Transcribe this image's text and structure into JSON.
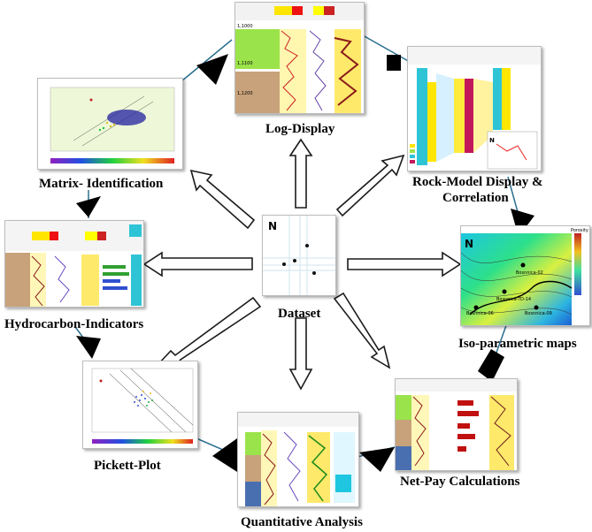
{
  "diagram": {
    "center": {
      "label": "Dataset"
    },
    "nodes": [
      {
        "id": "log-display",
        "label": "Log-Display"
      },
      {
        "id": "rock-model",
        "label_line1": "Rock-Model Display &",
        "label_line2": "Correlation"
      },
      {
        "id": "iso-maps",
        "label": "Iso-parametric maps"
      },
      {
        "id": "net-pay",
        "label": "Net-Pay Calculations"
      },
      {
        "id": "quantitative",
        "label": "Quantitative Analysis"
      },
      {
        "id": "pickett",
        "label": "Pickett-Plot"
      },
      {
        "id": "hydrocarbon",
        "label": "Hydrocarbon-Indicators"
      },
      {
        "id": "matrix",
        "label": "Matrix- Identification"
      }
    ]
  },
  "thumb_text": {
    "log_depth_1": "1,1000",
    "log_depth_2": "1,1100",
    "log_depth_3": "1,1200",
    "map_well_1": "Bosnnica-02",
    "map_well_2": "Bosnnica-TD-14",
    "map_well_3": "Bosnnica-06",
    "map_well_4": "Bosnnica-09",
    "map_colorbar_title": "Porosity",
    "north_symbol": "N"
  },
  "colors": {
    "arrow_fill": "#ffffff",
    "arrow_stroke": "#1a1a1a",
    "connector": "#2a6f8e",
    "arrowhead": "#000000",
    "zone_green": "#9be34a",
    "zone_tan": "#c8a27a",
    "zone_blue": "#4a6fb0"
  }
}
